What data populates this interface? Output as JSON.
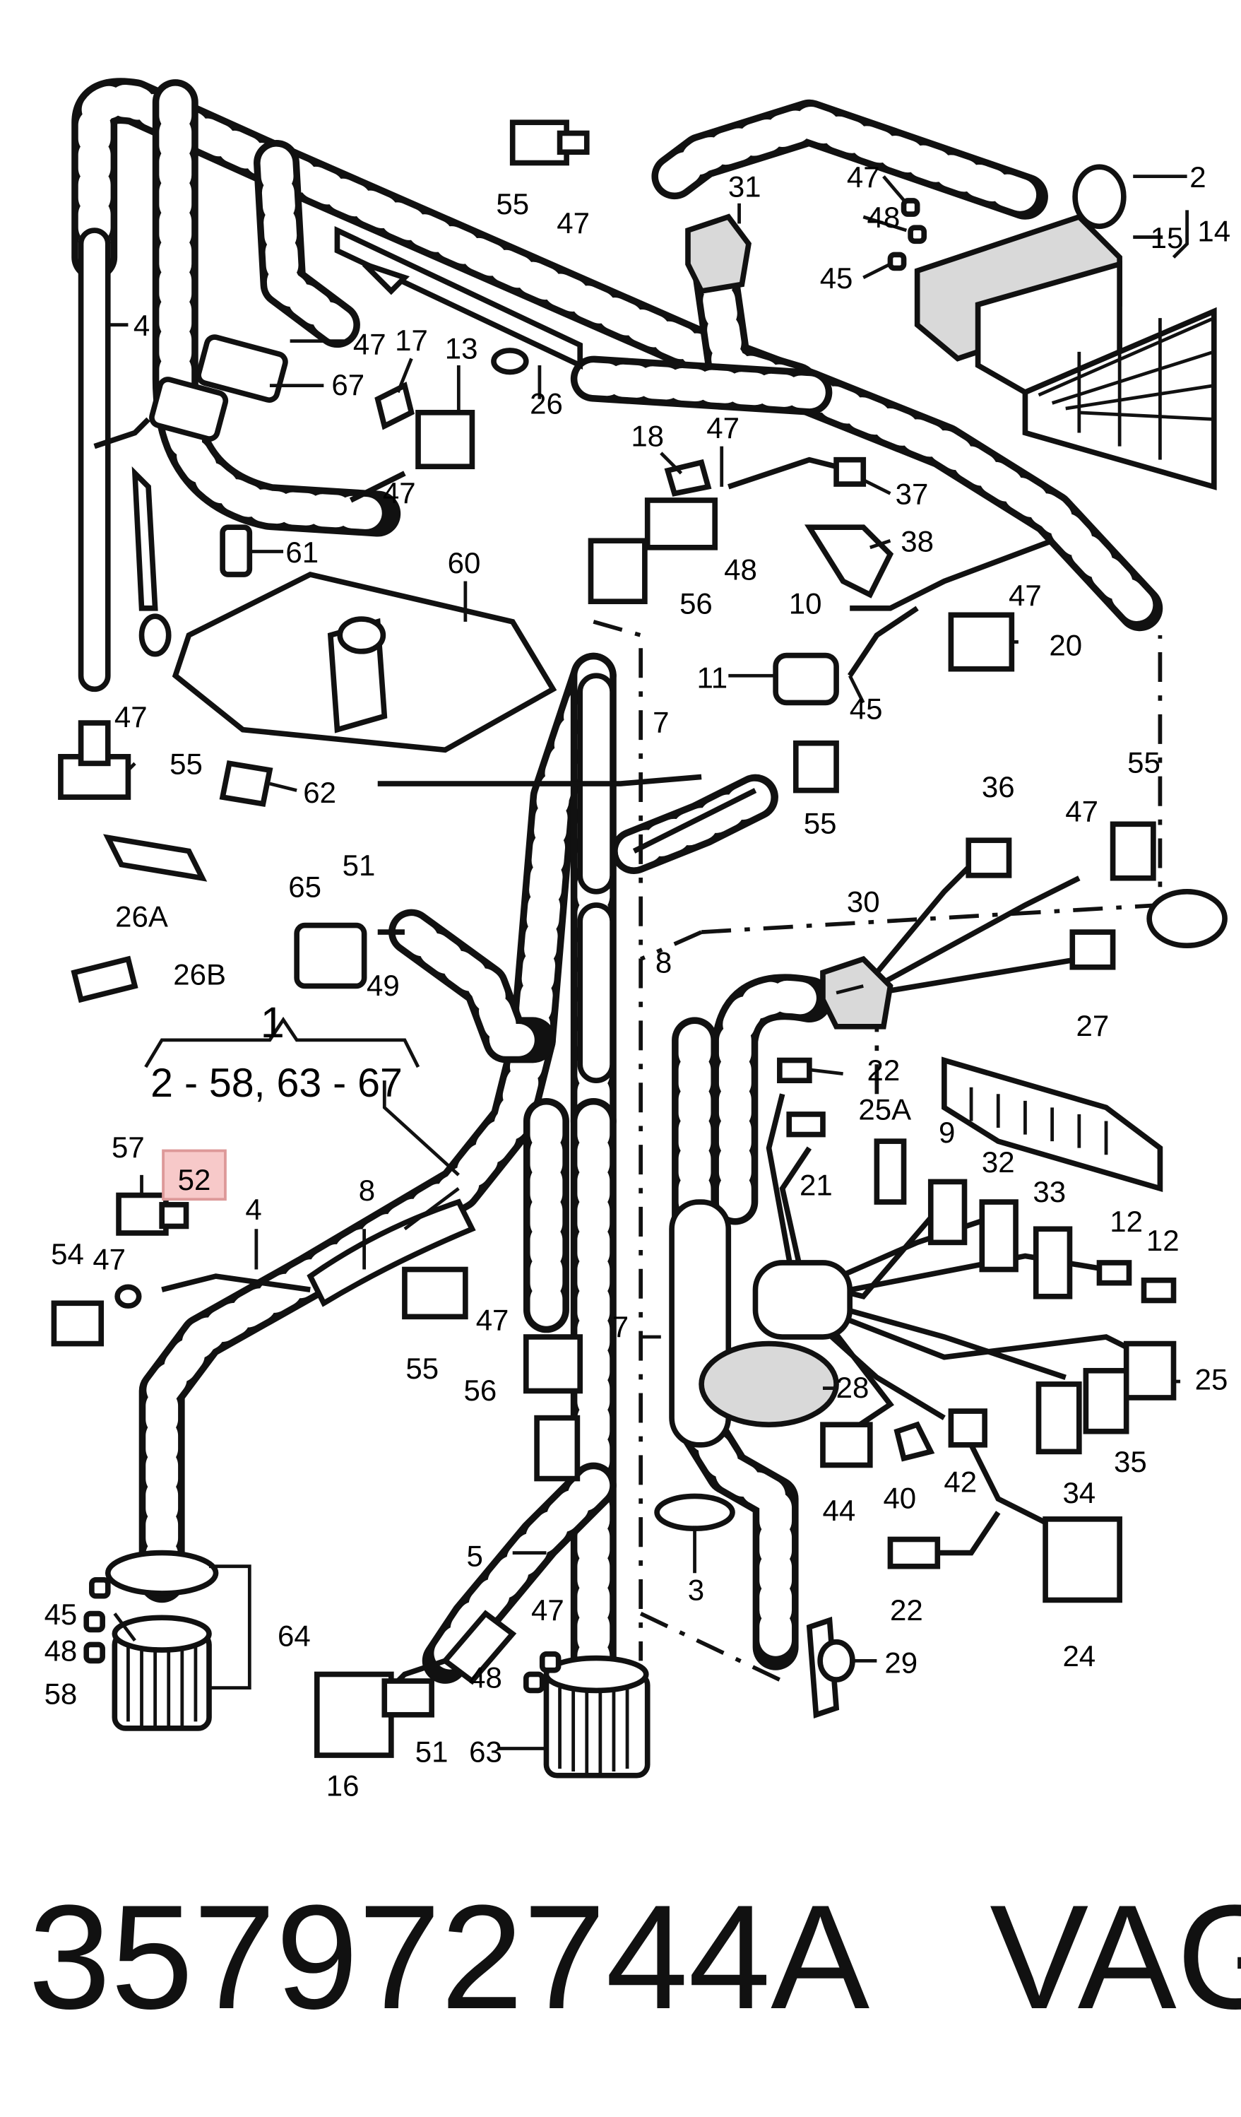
{
  "diagram": {
    "highlight_color": "#f7c9c9",
    "highlighted_label": "52",
    "group_callout": {
      "number": "1",
      "range": "2 - 58, 63 - 67"
    },
    "labels": [
      "55",
      "47",
      "31",
      "47",
      "2",
      "48",
      "14",
      "45",
      "15",
      "4",
      "47",
      "67",
      "17",
      "13",
      "26",
      "18",
      "47",
      "47",
      "37",
      "56",
      "48",
      "38",
      "10",
      "61",
      "60",
      "47",
      "20",
      "11",
      "45",
      "47",
      "55",
      "55",
      "7",
      "62",
      "55",
      "36",
      "47",
      "26A",
      "26B",
      "65",
      "51",
      "49",
      "30",
      "8",
      "27",
      "22",
      "25A",
      "9",
      "32",
      "33",
      "57",
      "52",
      "4",
      "8",
      "21",
      "12",
      "12",
      "54",
      "47",
      "55",
      "47",
      "7",
      "25",
      "56",
      "28",
      "44",
      "40",
      "42",
      "35",
      "34",
      "5",
      "3",
      "22",
      "24",
      "45",
      "47",
      "64",
      "48",
      "48",
      "58",
      "29",
      "16",
      "51",
      "63"
    ]
  },
  "footer": {
    "part_number": "357972744A",
    "brand": "VAG"
  }
}
